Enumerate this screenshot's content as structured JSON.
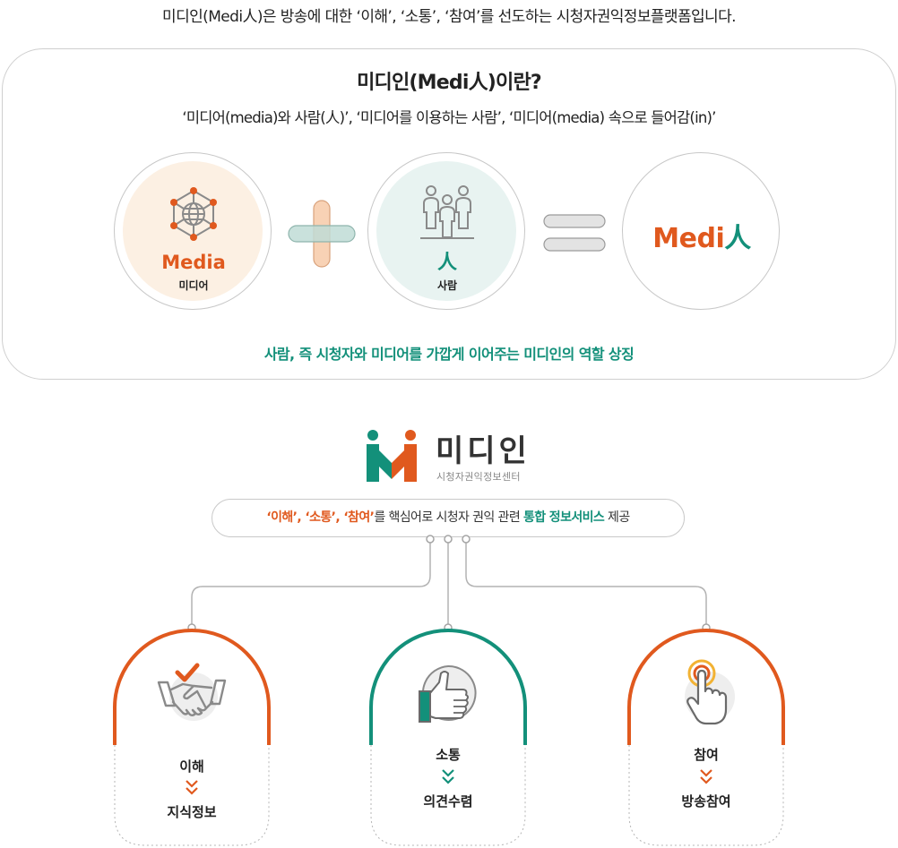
{
  "intro": "미디인(Medi人)은 방송에 대한 ‘이해’, ‘소통’, ‘참여’를 선도하는 시청자권익정보플랫폼입니다.",
  "definition": {
    "title": "미디인(Medi人)이란?",
    "subtitle": "‘미디어(media)와 사람(人)’, ‘미디어를 이용하는 사람’, ‘미디어(media) 속으로 들어감(in)’",
    "media": {
      "label_en": "Media",
      "label_ko": "미디어"
    },
    "person": {
      "glyph": "人",
      "label_ko": "사람"
    },
    "result": {
      "text_en": "Medi",
      "glyph": "人"
    },
    "tagline": "사람, 즉 시청자와 미디어를 가깝게 이어주는 미디인의 역할 상징"
  },
  "brand": {
    "name": "미디인",
    "subtitle": "시청자권익정보센터"
  },
  "service_pill": {
    "highlight_1": "‘이해’, ‘소통’, ‘참여’",
    "middle": "를 핵심어로 시청자 권익 관련",
    "highlight_2": "통합 정보서비스",
    "end": " 제공"
  },
  "cards": [
    {
      "top": "이해",
      "bottom": "지식정보",
      "icon": "handshake-icon"
    },
    {
      "top": "소통",
      "bottom": "의견수렴",
      "icon": "thumbs-up-icon"
    },
    {
      "top": "참여",
      "bottom": "방송참여",
      "icon": "touch-hand-icon"
    }
  ],
  "colors": {
    "orange": "#e0591e",
    "green": "#13907a",
    "media_bg": "#fcf0e3",
    "person_bg": "#e8f3f1"
  }
}
